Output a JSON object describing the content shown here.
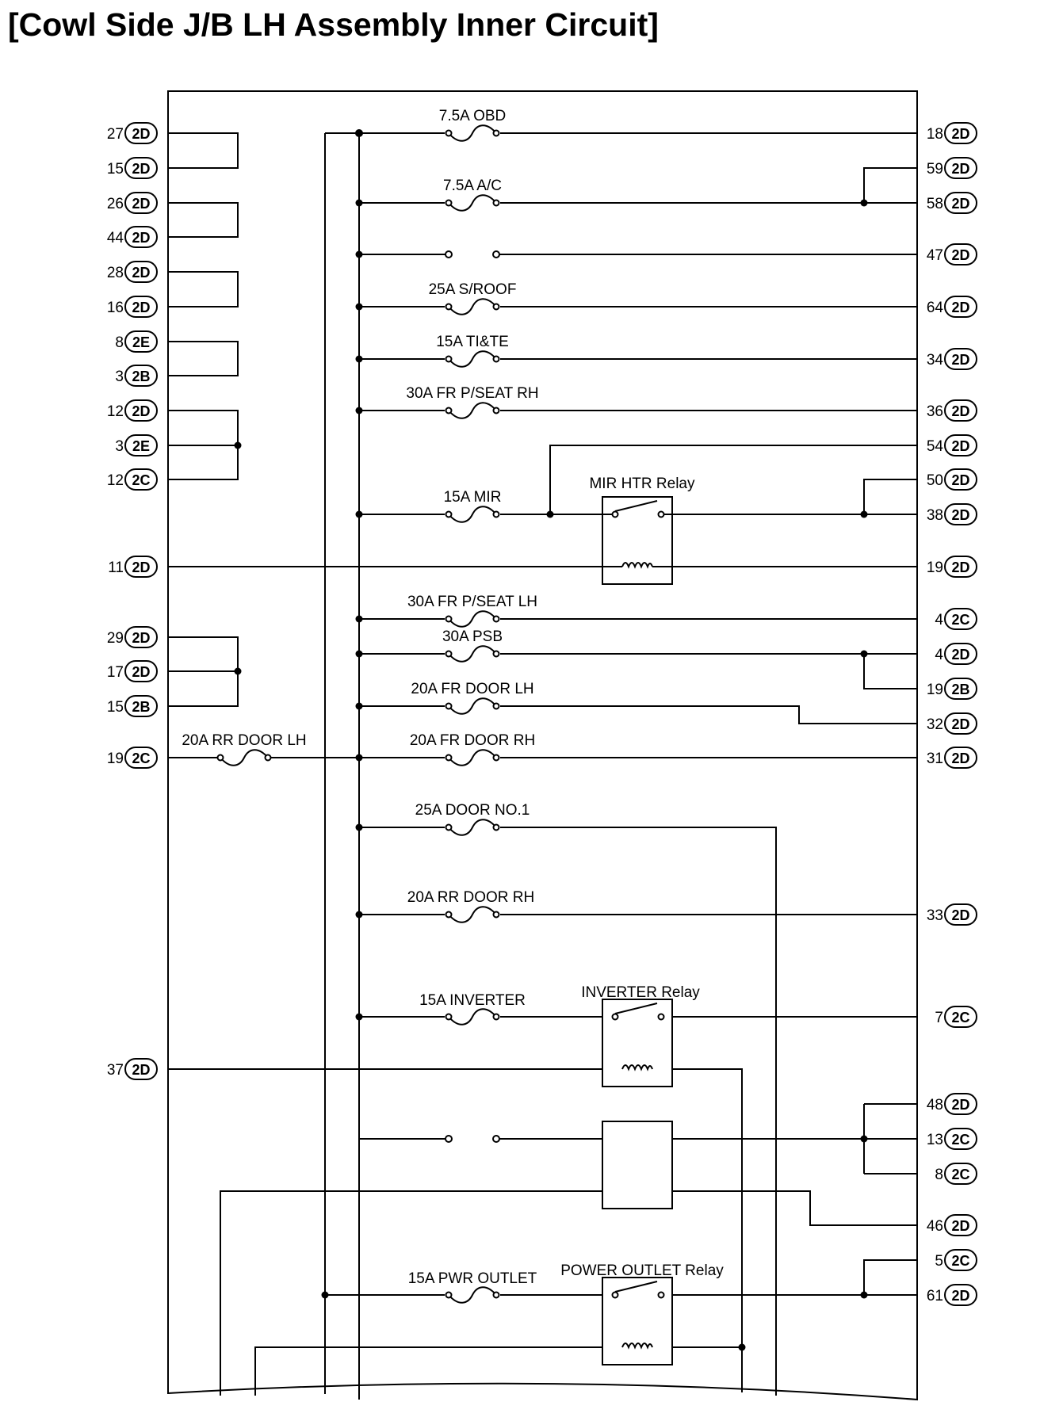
{
  "title": "[Cowl Side J/B LH Assembly Inner Circuit]",
  "left_connectors": [
    {
      "pin": "27",
      "conn": "2D"
    },
    {
      "pin": "15",
      "conn": "2D"
    },
    {
      "pin": "26",
      "conn": "2D"
    },
    {
      "pin": "44",
      "conn": "2D"
    },
    {
      "pin": "28",
      "conn": "2D"
    },
    {
      "pin": "16",
      "conn": "2D"
    },
    {
      "pin": "8",
      "conn": "2E"
    },
    {
      "pin": "3",
      "conn": "2B"
    },
    {
      "pin": "12",
      "conn": "2D"
    },
    {
      "pin": "3",
      "conn": "2E"
    },
    {
      "pin": "12",
      "conn": "2C"
    },
    {
      "pin": "11",
      "conn": "2D"
    },
    {
      "pin": "29",
      "conn": "2D"
    },
    {
      "pin": "17",
      "conn": "2D"
    },
    {
      "pin": "15",
      "conn": "2B"
    },
    {
      "pin": "19",
      "conn": "2C"
    },
    {
      "pin": "37",
      "conn": "2D"
    }
  ],
  "right_connectors": [
    {
      "pin": "18",
      "conn": "2D"
    },
    {
      "pin": "59",
      "conn": "2D"
    },
    {
      "pin": "58",
      "conn": "2D"
    },
    {
      "pin": "47",
      "conn": "2D"
    },
    {
      "pin": "64",
      "conn": "2D"
    },
    {
      "pin": "34",
      "conn": "2D"
    },
    {
      "pin": "36",
      "conn": "2D"
    },
    {
      "pin": "54",
      "conn": "2D"
    },
    {
      "pin": "50",
      "conn": "2D"
    },
    {
      "pin": "38",
      "conn": "2D"
    },
    {
      "pin": "19",
      "conn": "2D"
    },
    {
      "pin": "4",
      "conn": "2C"
    },
    {
      "pin": "4",
      "conn": "2D"
    },
    {
      "pin": "19",
      "conn": "2B"
    },
    {
      "pin": "32",
      "conn": "2D"
    },
    {
      "pin": "31",
      "conn": "2D"
    },
    {
      "pin": "33",
      "conn": "2D"
    },
    {
      "pin": "7",
      "conn": "2C"
    },
    {
      "pin": "48",
      "conn": "2D"
    },
    {
      "pin": "13",
      "conn": "2C"
    },
    {
      "pin": "8",
      "conn": "2C"
    },
    {
      "pin": "46",
      "conn": "2D"
    },
    {
      "pin": "5",
      "conn": "2C"
    },
    {
      "pin": "61",
      "conn": "2D"
    }
  ],
  "fuses": [
    "7.5A OBD",
    "7.5A A/C",
    "25A S/ROOF",
    "15A TI&TE",
    "30A FR P/SEAT RH",
    "15A MIR",
    "30A FR P/SEAT LH",
    "30A PSB",
    "20A FR DOOR LH",
    "20A FR DOOR RH",
    "20A RR DOOR LH",
    "25A  DOOR NO.1",
    "20A RR DOOR RH",
    "15A INVERTER",
    "15A PWR OUTLET"
  ],
  "relays": [
    "MIR HTR Relay",
    "INVERTER Relay",
    "POWER OUTLET Relay"
  ]
}
